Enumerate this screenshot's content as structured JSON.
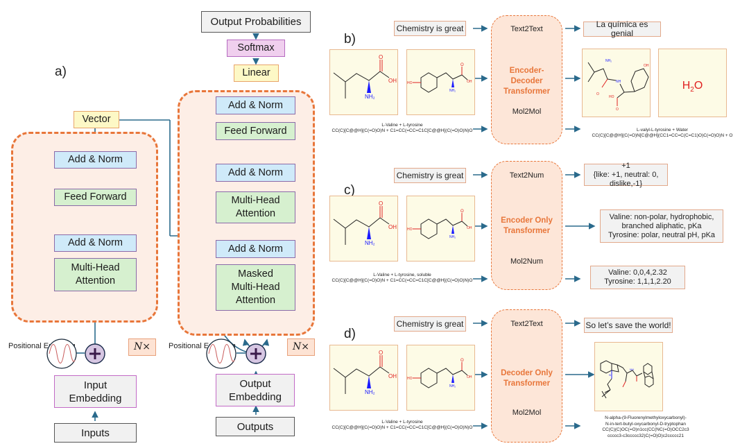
{
  "panel_labels": {
    "a": "a)",
    "b": "b)",
    "c": "c)",
    "d": "d)"
  },
  "colors": {
    "accent_orange": "#e8763a",
    "arrow_blue": "#2a6a8c",
    "add_norm": "#cfeaf9",
    "feed_forward": "#d6f0cf",
    "linear_vector": "#fdf8c6",
    "softmax": "#f0cfee",
    "region_fill": "#fdeee6"
  },
  "transformer": {
    "output_probabilities": "Output Probabilities",
    "softmax": "Softmax",
    "linear": "Linear",
    "vector": "Vector",
    "encoder": {
      "add_norm_top": "Add & Norm",
      "feed_forward": "Feed Forward",
      "add_norm_bottom": "Add & Norm",
      "multi_head_attention": "Multi-Head Attention",
      "repeat": "N×",
      "positional_encoding": "Positional Encoding",
      "embedding": "Input Embedding",
      "input": "Inputs"
    },
    "decoder": {
      "add_norm_top": "Add & Norm",
      "feed_forward": "Feed Forward",
      "add_norm_middle": "Add & Norm",
      "multi_head_attention": "Multi-Head Attention",
      "add_norm_bottom": "Add & Norm",
      "masked_attention": "Masked Multi-Head Attention",
      "repeat": "N×",
      "positional_encoding": "Positional Encoding",
      "embedding": "Output Embedding",
      "input": "Outputs"
    }
  },
  "panels": {
    "b": {
      "text_input": "Chemistry is great",
      "model_name": "Encoder-Decoder Transformer",
      "mode_top": "Text2Text",
      "mode_bottom": "Mol2Mol",
      "text_output": "La química es genial",
      "molecules_in": [
        "L-Valine structure",
        "L-tyrosine structure"
      ],
      "molecules_out": [
        "L-valyl-L-tyrosine structure",
        "H2O"
      ],
      "input_caption": "L-Valine + L-tyrosine",
      "input_smiles": "CC(C)[C@@H](C(=O)O)N + C1=CC(=CC=C1C[C@@H](C(=O)O)N)O",
      "output_caption": "L-valyl-L-tyrosine + Water",
      "output_smiles": "CC(C)[C@@H](C(=O)N[C@@H](CC1=CC=C(C=C1)O)C(=O)O)N + O",
      "water_label": "H",
      "water_sub": "2",
      "water_tail": "O"
    },
    "c": {
      "text_input": "Chemistry is great",
      "model_name": "Encoder Only Transformer",
      "mode_top": "Text2Num",
      "mode_bottom": "Mol2Num",
      "text_output_line1": "+1",
      "text_output_line2": "{like: +1, neutral: 0, dislike,-1}",
      "mol_output_lines": [
        "Valine: non-polar, hydrophobic,",
        "branched aliphatic, pKa",
        "Tyrosine: polar, neutral pH, pKa"
      ],
      "num_output_lines": [
        "Valine: 0,0,4,2.32",
        "Tyrosine: 1,1,1,2.20"
      ],
      "input_caption": "L-Valine + L-tyrosine, soluble",
      "input_smiles": "CC(C)[C@@H](C(=O)O)N + C1=CC(=CC=C1C[C@@H](C(=O)O)N)O"
    },
    "d": {
      "text_input": "Chemistry is great",
      "model_name": "Decoder Only Transformer",
      "mode_top": "Text2Text",
      "mode_bottom": "Mol2Mol",
      "text_output": "So let’s save the world!",
      "input_caption": "L-Valine + L-tyrosine",
      "input_smiles": "CC(C)[C@@H](C(=O)O)N + C1=CC(=CC=C1C[C@@H](C(=O)O)N)O",
      "output_lines": [
        "N-alpha-(9-Fluorenylmethyloxycarbonyl)-",
        "N-in-tert-butyl-oxycarbonyl-D-tryptophan",
        "CC(C)(C)OC(=O)n1cc(CC(NC(=O)OCC2c3",
        "ccccc3-c3ccccc32)C(=O)O)c2ccccc21"
      ]
    }
  },
  "molecule_labels": {
    "oh": "OH",
    "o": "O",
    "nh2": "NH",
    "nh2_sub": "2",
    "ho": "HO",
    "nh": "NH"
  }
}
